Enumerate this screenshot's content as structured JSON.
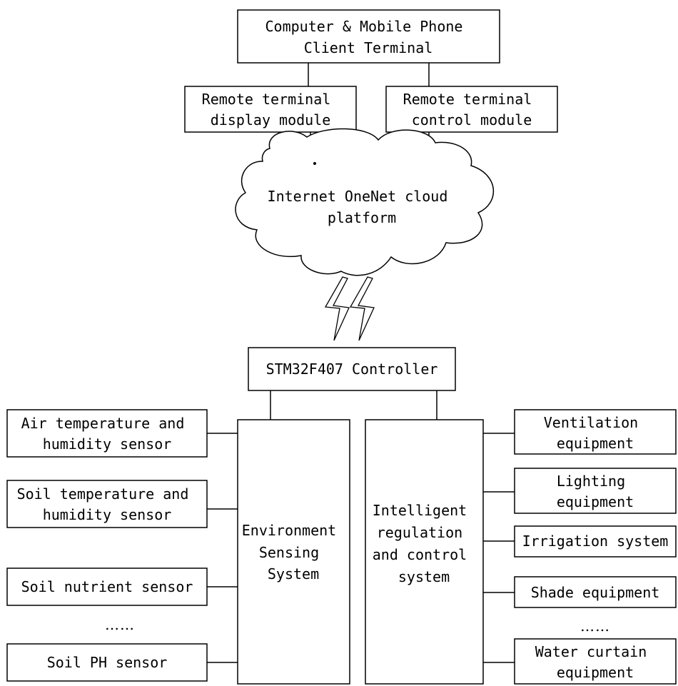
{
  "nodes": {
    "client_terminal": [
      "Computer & Mobile Phone",
      "Client Terminal"
    ],
    "display_module": [
      "Remote terminal",
      "display module"
    ],
    "control_module": [
      "Remote terminal",
      "control module"
    ],
    "cloud": [
      "Internet OneNet cloud",
      "platform"
    ],
    "controller": [
      "STM32F407 Controller"
    ],
    "env_system": [
      "Environment",
      "Sensing",
      "System"
    ],
    "regulation_system": [
      "Intelligent",
      "regulation",
      "and control",
      "system"
    ],
    "sensors": [
      [
        "Air temperature and",
        "humidity sensor"
      ],
      [
        "Soil temperature and",
        "humidity sensor"
      ],
      [
        "Soil nutrient sensor"
      ],
      [
        "Soil PH sensor"
      ]
    ],
    "equipment": [
      [
        "Ventilation",
        "equipment"
      ],
      [
        "Lighting",
        "equipment"
      ],
      [
        "Irrigation system"
      ],
      [
        "Shade equipment"
      ],
      [
        "Water curtain",
        "equipment"
      ]
    ],
    "ellipsis_left": "……",
    "ellipsis_right": "……"
  }
}
